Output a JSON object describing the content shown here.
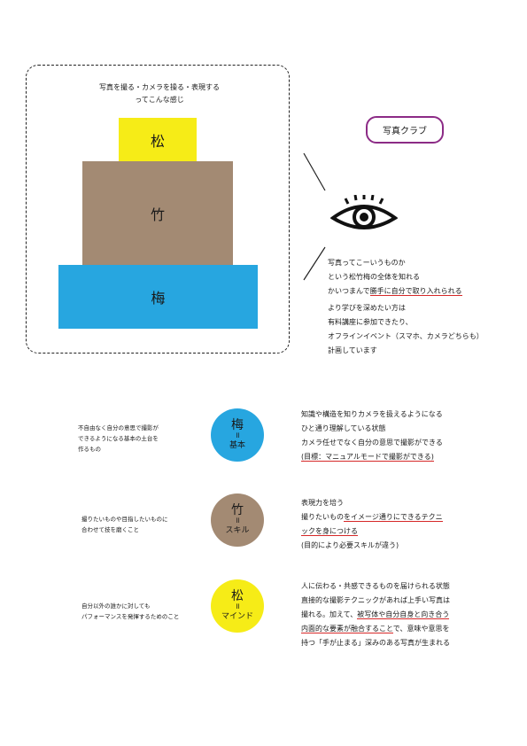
{
  "intro": {
    "line1": "写真を撮る・カメラを操る・表現する",
    "line2": "ってこんな感じ"
  },
  "pyramid": {
    "top": "松",
    "middle": "竹",
    "bottom": "梅"
  },
  "club_label": "写真クラブ",
  "club_desc": {
    "line1": "写真ってこーいうものか",
    "line2": "という松竹梅の全体を知れる",
    "line3_plain": "かいつまんで",
    "line3_underlined": "勝手に自分で取り入れられる"
  },
  "advanced": {
    "line1": "より学びを深めたい方は",
    "line2": "有料講座に参加できたり、",
    "line3": "オフラインイベント（スマホ、カメラどちらも）",
    "line4": "計画しています"
  },
  "levels": [
    {
      "kanji": "梅",
      "eq": "॥",
      "word": "基本",
      "left": [
        "不自由なく自分の意思で撮影が",
        "できるようになる基本の土台を",
        "作るもの"
      ],
      "right": [
        "知識や構造を知りカメラを扱えるようになる",
        "ひと通り理解している状態",
        "カメラ任せでなく自分の意思で撮影ができる",
        "(目標：マニュアルモードで撮影ができる)"
      ]
    },
    {
      "kanji": "竹",
      "eq": "॥",
      "word": "スキル",
      "left": [
        "撮りたいものや目指したいものに",
        "合わせて技を磨くこと"
      ],
      "right_line1": "表現力を培う",
      "right_line2_plain": "撮りたいもの",
      "right_line2_underlined": "をイメージ通りにできるテクニ",
      "right_line3_underlined": "ックを身につける",
      "right_line4": "(目的により必要スキルが違う)"
    },
    {
      "kanji": "松",
      "eq": "॥",
      "word": "マインド",
      "left": [
        "自分以外の誰かに対しても",
        "パフォーマンスを発揮するためのこと"
      ],
      "right_line1": "人に伝わる・共感できるものを届けられる状態",
      "right_line2": "直接的な撮影テクニックがあれば上手い写真は",
      "right_line3_plain": "撮れる。加えて、",
      "right_line3_underlined": "被写体や自分自身と向き合う",
      "right_line4_underlined": "内面的な要素が融合すること",
      "right_line4_plain": "で、意味や意思を",
      "right_line5": "持つ「手が止まる」深みのある写真が生まれる"
    }
  ]
}
